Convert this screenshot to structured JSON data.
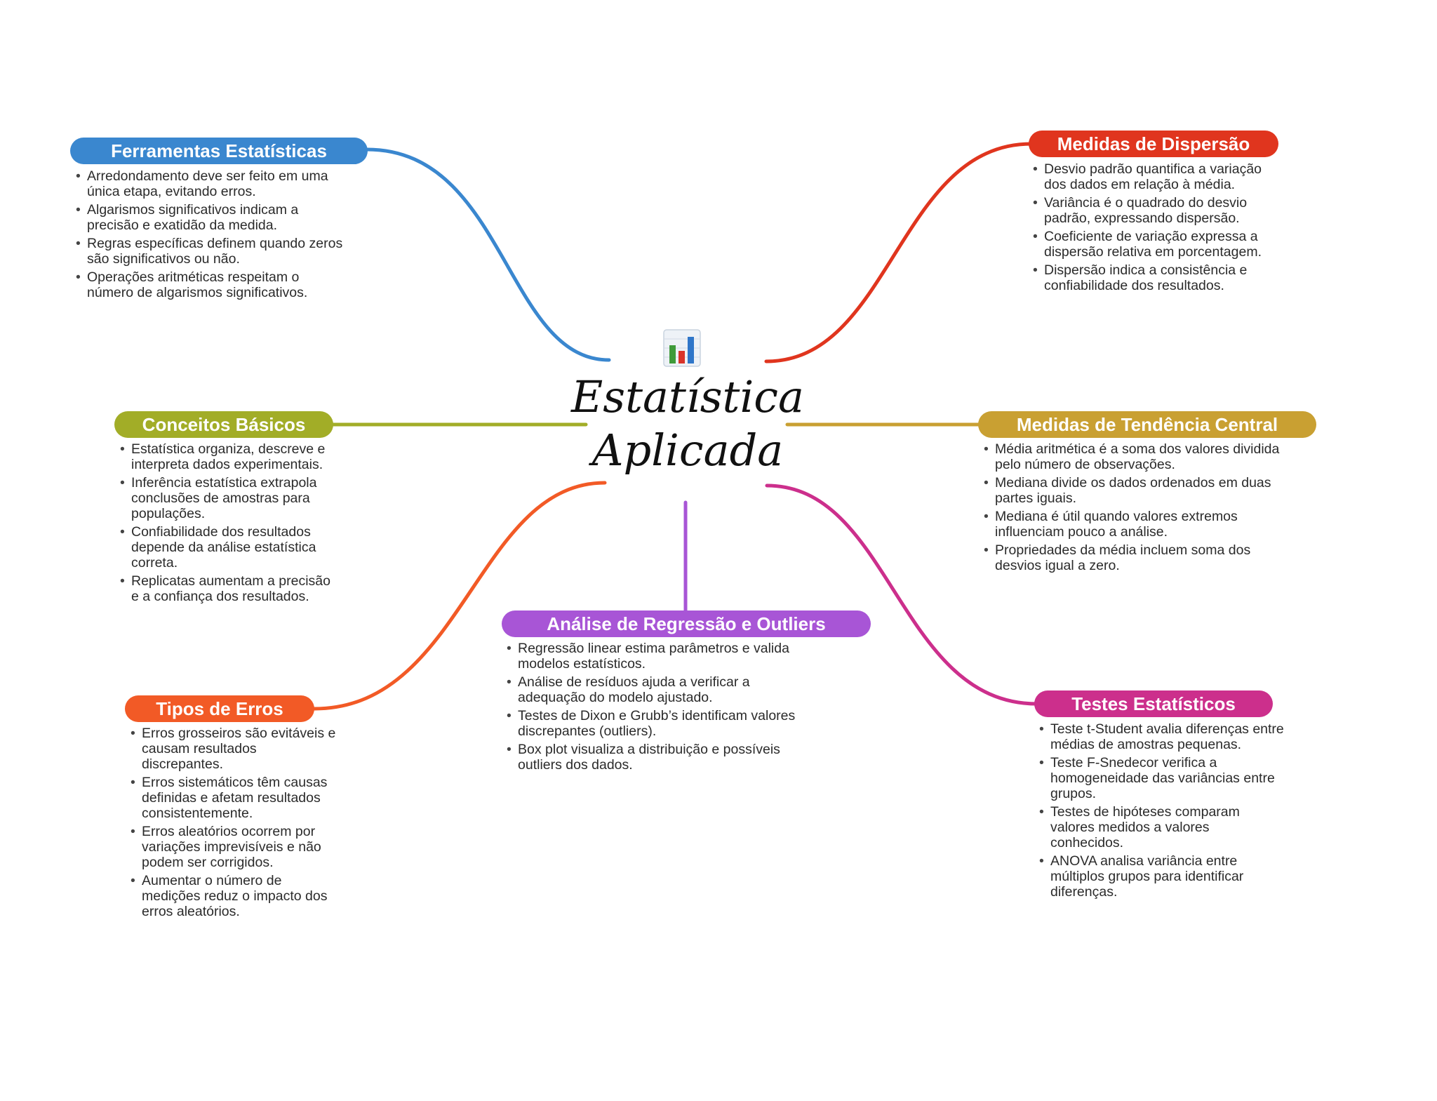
{
  "title_lines": [
    "Estatística",
    "Aplicada"
  ],
  "center_icon": "bar-chart-icon",
  "branches": [
    {
      "id": "ferramentas",
      "label": "Ferramentas Estatísticas",
      "color": "#3a87cf",
      "items": [
        "Arredondamento deve ser feito em uma única etapa, evitando erros.",
        "Algarismos significativos indicam a precisão e exatidão da medida.",
        "Regras específicas definem quando zeros são significativos ou não.",
        "Operações aritméticas respeitam o número de algarismos significativos."
      ]
    },
    {
      "id": "conceitos",
      "label": "Conceitos Básicos",
      "color": "#a2ad27",
      "items": [
        "Estatística organiza, descreve e interpreta dados experimentais.",
        "Inferência estatística extrapola conclusões de amostras para populações.",
        "Confiabilidade dos resultados depende da análise estatística correta.",
        "Replicatas aumentam a precisão e a confiança dos resultados."
      ]
    },
    {
      "id": "erros",
      "label": "Tipos de Erros",
      "color": "#f25a26",
      "items": [
        "Erros grosseiros são evitáveis e causam resultados discrepantes.",
        "Erros sistemáticos têm causas definidas e afetam resultados consistentemente.",
        "Erros aleatórios ocorrem por variações imprevisíveis e não podem ser corrigidos.",
        "Aumentar o número de medições reduz o impacto dos erros aleatórios."
      ]
    },
    {
      "id": "regressao",
      "label": "Análise de Regressão e Outliers",
      "color": "#a855d6",
      "items": [
        "Regressão linear estima parâmetros e valida modelos estatísticos.",
        "Análise de resíduos ajuda a verificar a adequação do modelo ajustado.",
        "Testes de Dixon e Grubb’s identificam valores discrepantes (outliers).",
        "Box plot visualiza a distribuição e possíveis outliers dos dados."
      ]
    },
    {
      "id": "dispersao",
      "label": "Medidas de Dispersão",
      "color": "#e0351e",
      "items": [
        "Desvio padrão quantifica a variação dos dados em relação à média.",
        "Variância é o quadrado do desvio padrão, expressando dispersão.",
        "Coeficiente de variação expressa a dispersão relativa em porcentagem.",
        "Dispersão indica a consistência e confiabilidade dos resultados."
      ]
    },
    {
      "id": "tendencia",
      "label": "Medidas de Tendência Central",
      "color": "#c9a032",
      "items": [
        "Média aritmética é a soma dos valores dividida pelo número de observações.",
        "Mediana divide os dados ordenados em duas partes iguais.",
        "Mediana é útil quando valores extremos influenciam pouco a análise.",
        "Propriedades da média incluem soma dos desvios igual a zero."
      ]
    },
    {
      "id": "testes",
      "label": "Testes Estatísticos",
      "color": "#cc2f8c",
      "items": [
        "Teste t-Student avalia diferenças entre médias de amostras pequenas.",
        "Teste F-Snedecor verifica a homogeneidade das variâncias entre grupos.",
        "Testes de hipóteses comparam valores medidos a valores conhecidos.",
        "ANOVA analisa variância entre múltiplos grupos para identificar diferenças."
      ]
    }
  ]
}
